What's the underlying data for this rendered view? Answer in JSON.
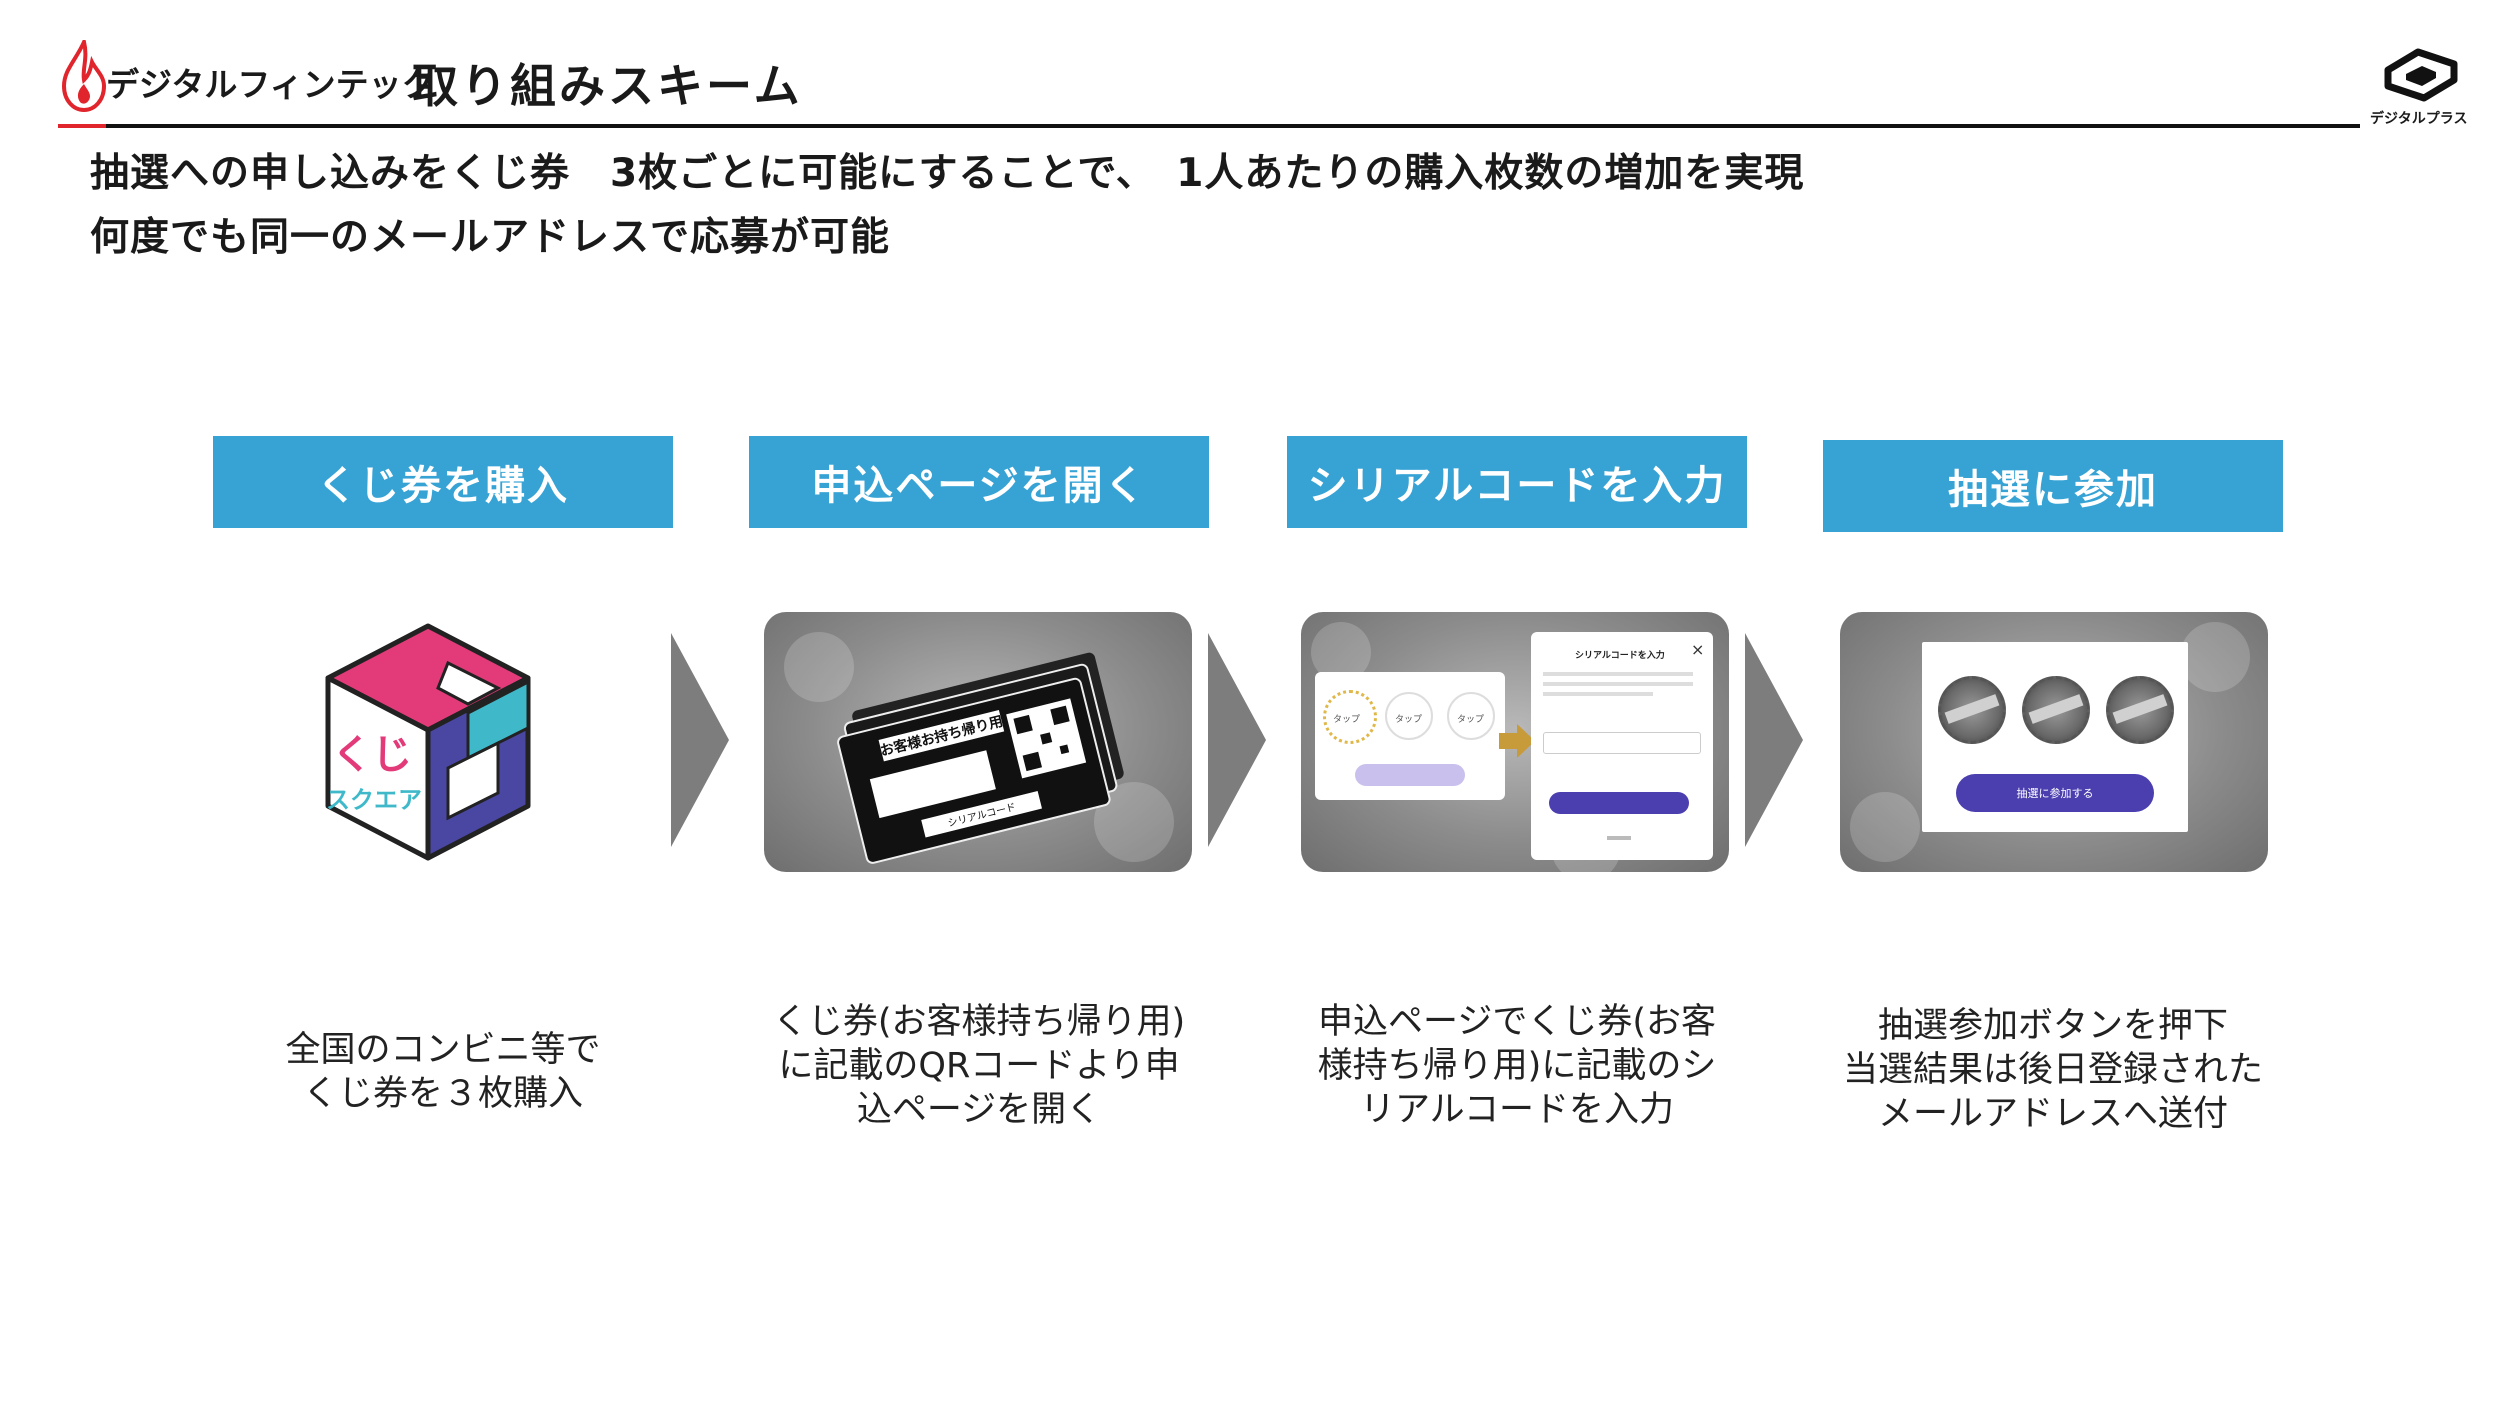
{
  "header": {
    "brand_name": "デジタルフィンテック",
    "title": "取り組みスキーム",
    "partner_name": "デジタルプラス"
  },
  "intro": {
    "line1": "抽選への申し込みをくじ券　3枚ごとに可能にすることで、　1人あたりの購入枚数の増加を実現",
    "line2": "何度でも同一のメールアドレスで応募が可能"
  },
  "steps": [
    {
      "header": "くじ券を購入",
      "caption": "全国のコンビニ等で\nくじ券を３枚購入",
      "cube_label_1": "くじ",
      "cube_label_2": "スクエア"
    },
    {
      "header": "申込ページを開く",
      "caption": "くじ券(お客様持ち帰り用)\nに記載のQRコードより申\n込ページを開く",
      "ticket_label": "お客様お持ち帰り用",
      "ticket_serial_label": "シリアルコード"
    },
    {
      "header": "シリアルコードを入力",
      "caption": "申込ページでくじ券(お客\n様持ち帰り用)に記載のシ\nリアルコードを入力",
      "dialog_title": "シリアルコードを入力",
      "dialog_close": "×",
      "tap_label": "タップ"
    },
    {
      "header": "抽選に参加",
      "caption": "抽選参加ボタンを押下\n当選結果は後日登録された\nメールアドレスへ送付",
      "button_label": "抽選に参加する"
    }
  ],
  "colors": {
    "step_header": "#37a3d5",
    "brand_red": "#e0252c",
    "cube_pink": "#e33a7a",
    "cube_teal": "#3fb9c9",
    "cube_purple": "#4a47a3",
    "cta_purple": "#4b3fb0"
  }
}
